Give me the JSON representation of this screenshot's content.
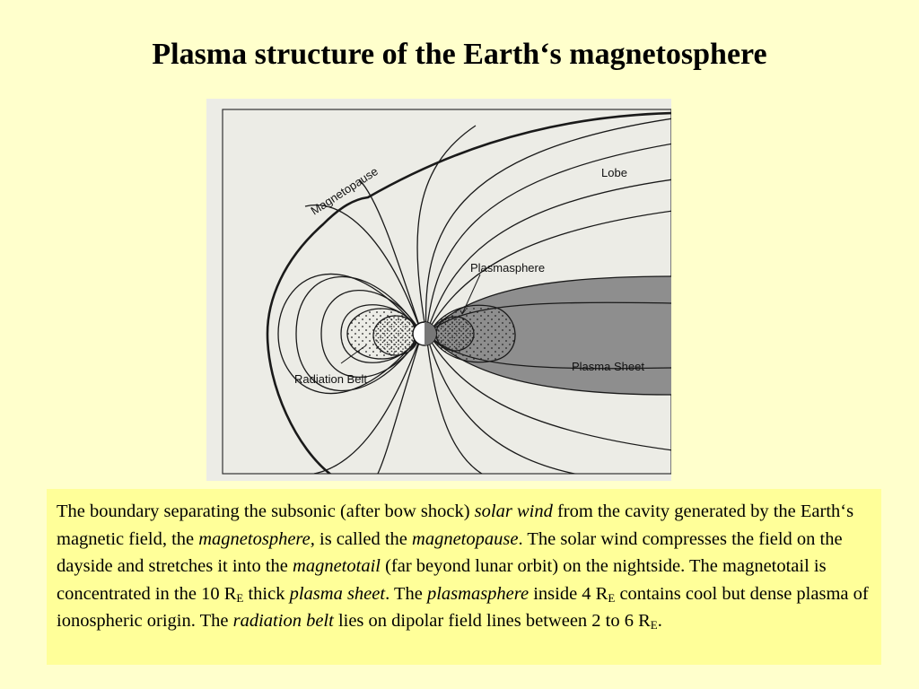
{
  "title": "Plasma structure of the Earth‘s magnetosphere",
  "figure": {
    "labels": {
      "magnetopause": "Magnetopause",
      "lobe": "Lobe",
      "plasmasphere": "Plasmasphere",
      "plasma_sheet": "Plasma Sheet",
      "radiation_belt": "Radiation Belt"
    },
    "colors": {
      "background": "#ECECE6",
      "plasma_sheet": "#8E8E8E",
      "lines": "#1A1A1A"
    }
  },
  "caption": {
    "p1": "The boundary separating the subsonic (after bow shock) ",
    "e1": "solar wind",
    "p2": " from the cavity generated by the Earth‘s magnetic field, the ",
    "e2": "magnetosphere,",
    "p3": " is called the ",
    "e3": "magnetopause",
    "p4": ". The solar wind compresses the field on the dayside and stretches it into the ",
    "e4": "magnetotail",
    "p5": " (far beyond lunar orbit) on the nightside. The magnetotail is concentrated in the 10 R",
    "s1": "E",
    "p6": " thick ",
    "e5": "plasma sheet",
    "p7": ". The ",
    "e6": "plasmasphere",
    "p8": " inside 4 R",
    "s2": "E",
    "p9": " contains cool but dense plasma of ionospheric origin. The ",
    "e7": "radiation belt",
    "p10": " lies on dipolar field lines between 2 to 6 R",
    "s3": "E",
    "p11": "."
  }
}
